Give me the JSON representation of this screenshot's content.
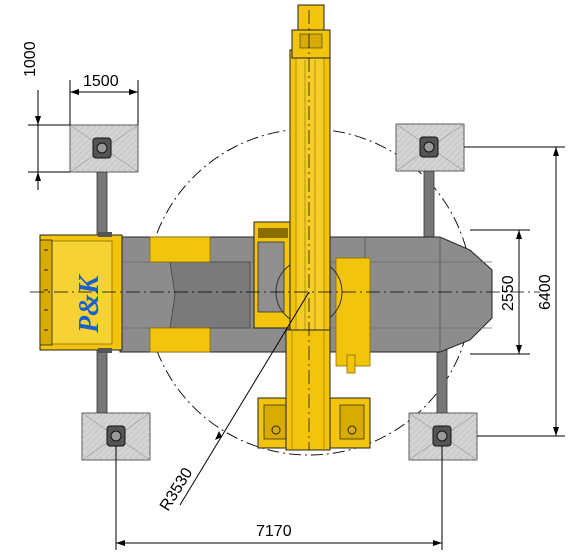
{
  "logo": "P&K",
  "dimensions": {
    "pad_height": "1000",
    "pad_width": "1500",
    "track_width": "2550",
    "outrigger_spread_y": "6400",
    "outrigger_spread_x": "7170",
    "swing_radius": "R3530"
  },
  "colors": {
    "crane_yellow": "#f2c40c",
    "crane_yellow_dark": "#b58f00",
    "body_grey": "#8c8c8c",
    "body_grey_dark": "#6e6e6e",
    "pad_grey": "#d3d3d3"
  }
}
